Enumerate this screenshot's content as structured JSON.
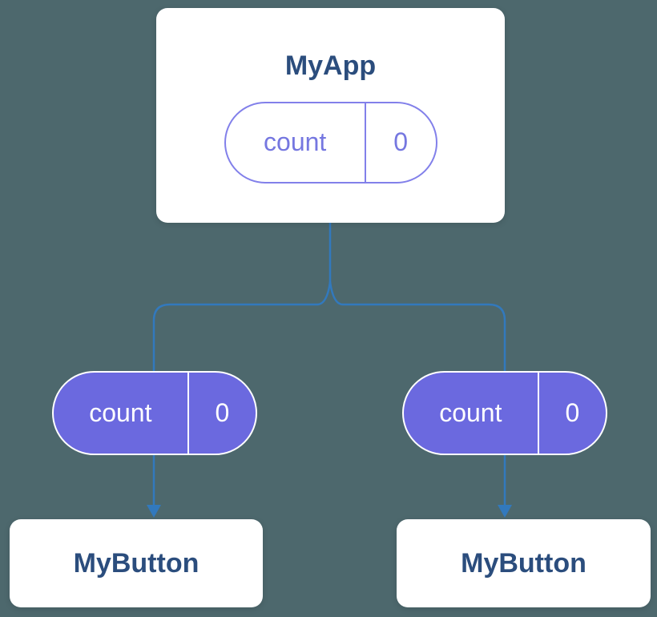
{
  "diagram": {
    "root": {
      "title": "MyApp",
      "state": {
        "label": "count",
        "value": "0"
      }
    },
    "children": [
      {
        "title": "MyButton",
        "state": {
          "label": "count",
          "value": "0"
        }
      },
      {
        "title": "MyButton",
        "state": {
          "label": "count",
          "value": "0"
        }
      }
    ],
    "colors": {
      "background": "#4d686d",
      "card_background": "#ffffff",
      "title_text": "#2b4d7d",
      "state_pill_outline": "#8280ea",
      "state_pill_text": "#7577e0",
      "filled_pill_background": "#6b69df",
      "filled_pill_text": "#ffffff",
      "connector": "#3279bd"
    }
  }
}
